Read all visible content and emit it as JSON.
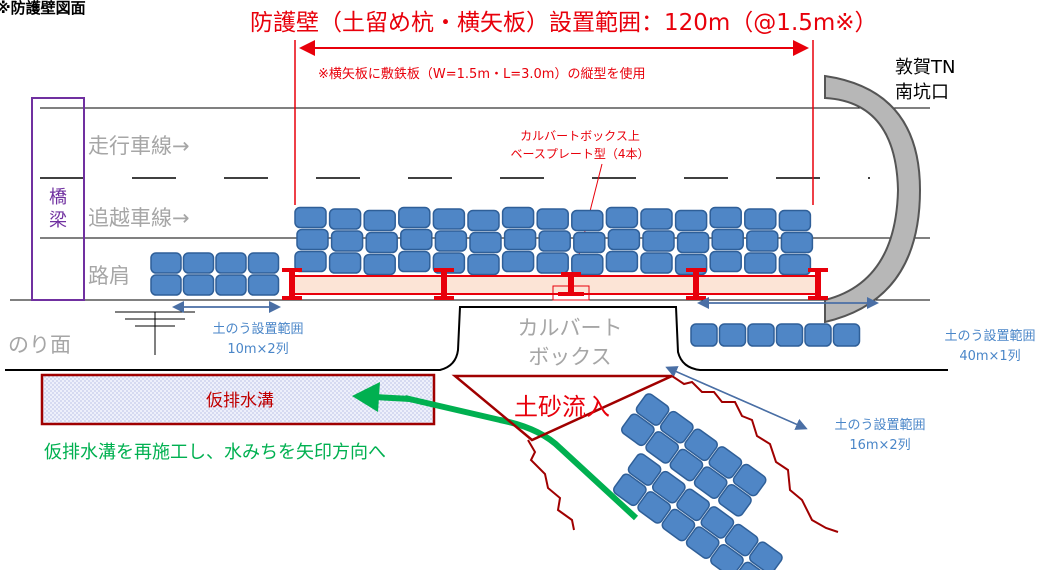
{
  "corner_label": "※防護壁図面",
  "title": "防護壁（土留め杭・横矢板）設置範囲：120m（@1.5m※）",
  "subnote": "※横矢板に敷鉄板（W=1.5m・L=3.0m）の縦型を使用",
  "tunnel_label_line1": "敦賀TN",
  "tunnel_label_line2": "南坑口",
  "bridge_char1": "橋",
  "bridge_char2": "梁",
  "lane_running": "走行車線→",
  "lane_passing": "追越車線→",
  "shoulder": "路肩",
  "slope": "のり面",
  "culvert_note_line1": "カルバートボックス上",
  "culvert_note_line2": "ベースプレート型（4本）",
  "culvert_line1": "カルバート",
  "culvert_line2": "ボックス",
  "sandbag_left_line1": "土のう設置範囲",
  "sandbag_left_line2": "10m×2列",
  "sandbag_right_line1": "土のう設置範囲",
  "sandbag_right_line2": "40m×1列",
  "sandbag_slope_line1": "土のう設置範囲",
  "sandbag_slope_line2": "16m×2列",
  "drain_label": "仮排水溝",
  "drain_instruction": "仮排水溝を再施工し、水みちを矢印方向へ",
  "soil_inflow": "土砂流入",
  "colors": {
    "red": "#e8000b",
    "blue_sandbag": "#4f86c6",
    "purple": "#7030a0",
    "green": "#00b050",
    "gray_text": "#a6a6a6",
    "light_blue_text": "#4a86c8"
  }
}
